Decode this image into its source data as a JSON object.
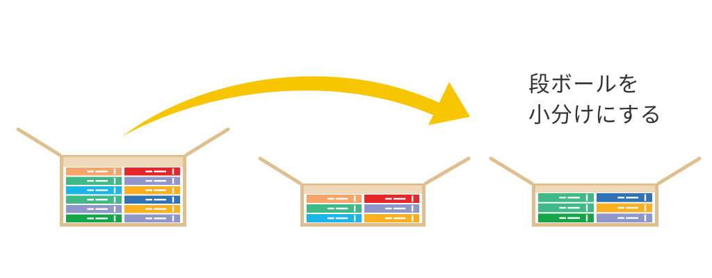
{
  "caption": {
    "line1": "段ボールを",
    "line2": "小分けにする"
  },
  "colors": {
    "background": "#ffffff",
    "cardboard": "#dfbf8e",
    "cardboard_back": "#efd9bb",
    "box_inner": "#ffffff",
    "arrow": "#f7c600",
    "caption_text": "#333333",
    "label_white": "#ffffff"
  },
  "boxes": [
    {
      "name": "large-box",
      "rows": [
        [
          "#f7a46a",
          "#e5262b"
        ],
        [
          "#3fba86",
          "#8f96c8"
        ],
        [
          "#1bb6e8",
          "#f8b021"
        ],
        [
          "#3fba86",
          "#2f72b6"
        ],
        [
          "#8f96c8",
          "#f8b021"
        ],
        [
          "#13a547",
          "#8f96c8"
        ]
      ]
    },
    {
      "name": "small-box-1",
      "rows": [
        [
          "#f7a46a",
          "#e5262b"
        ],
        [
          "#3fba86",
          "#8f96c8"
        ],
        [
          "#1bb6e8",
          "#f8b021"
        ]
      ]
    },
    {
      "name": "small-box-2",
      "rows": [
        [
          "#3fba86",
          "#2f72b6"
        ],
        [
          "#3fba86",
          "#f8b021"
        ],
        [
          "#13a547",
          "#8f96c8"
        ]
      ]
    }
  ],
  "icons": {
    "arrow": "curved-arrow-icon",
    "box": "cardboard-box-icon",
    "binder": "binder-icon"
  }
}
